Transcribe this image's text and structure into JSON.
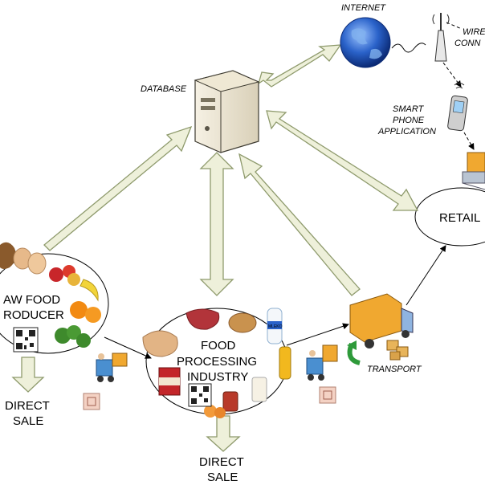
{
  "labels": {
    "internet": "INTERNET",
    "wireless_line1": "WIRE",
    "wireless_line2": "CONN",
    "database": "DATABASE",
    "smart_phone_line1": "SMART",
    "smart_phone_line2": "PHONE",
    "smart_phone_line3": "APPLICATION",
    "retail": "RETAIL",
    "producer_line1": "AW FOOD",
    "producer_line2": "RODUCER",
    "processing_line1": "FOOD",
    "processing_line2": "PROCESSING",
    "processing_line3": "INDUSTRY",
    "transport": "TRANSPORT",
    "direct_sale_1_line1": "DIRECT",
    "direct_sale_1_line2": "SALE",
    "direct_sale_2_line1": "DIRECT",
    "direct_sale_2_line2": "SALE",
    "milk_brand": "MLEKO"
  },
  "colors": {
    "arrow_fill": "#eef0da",
    "arrow_stroke": "#8e9a6c",
    "globe": "#2a62c9",
    "truck_box": "#f0a830",
    "forklift": "#4a8fd0",
    "green_arrow": "#2e9a3a"
  }
}
